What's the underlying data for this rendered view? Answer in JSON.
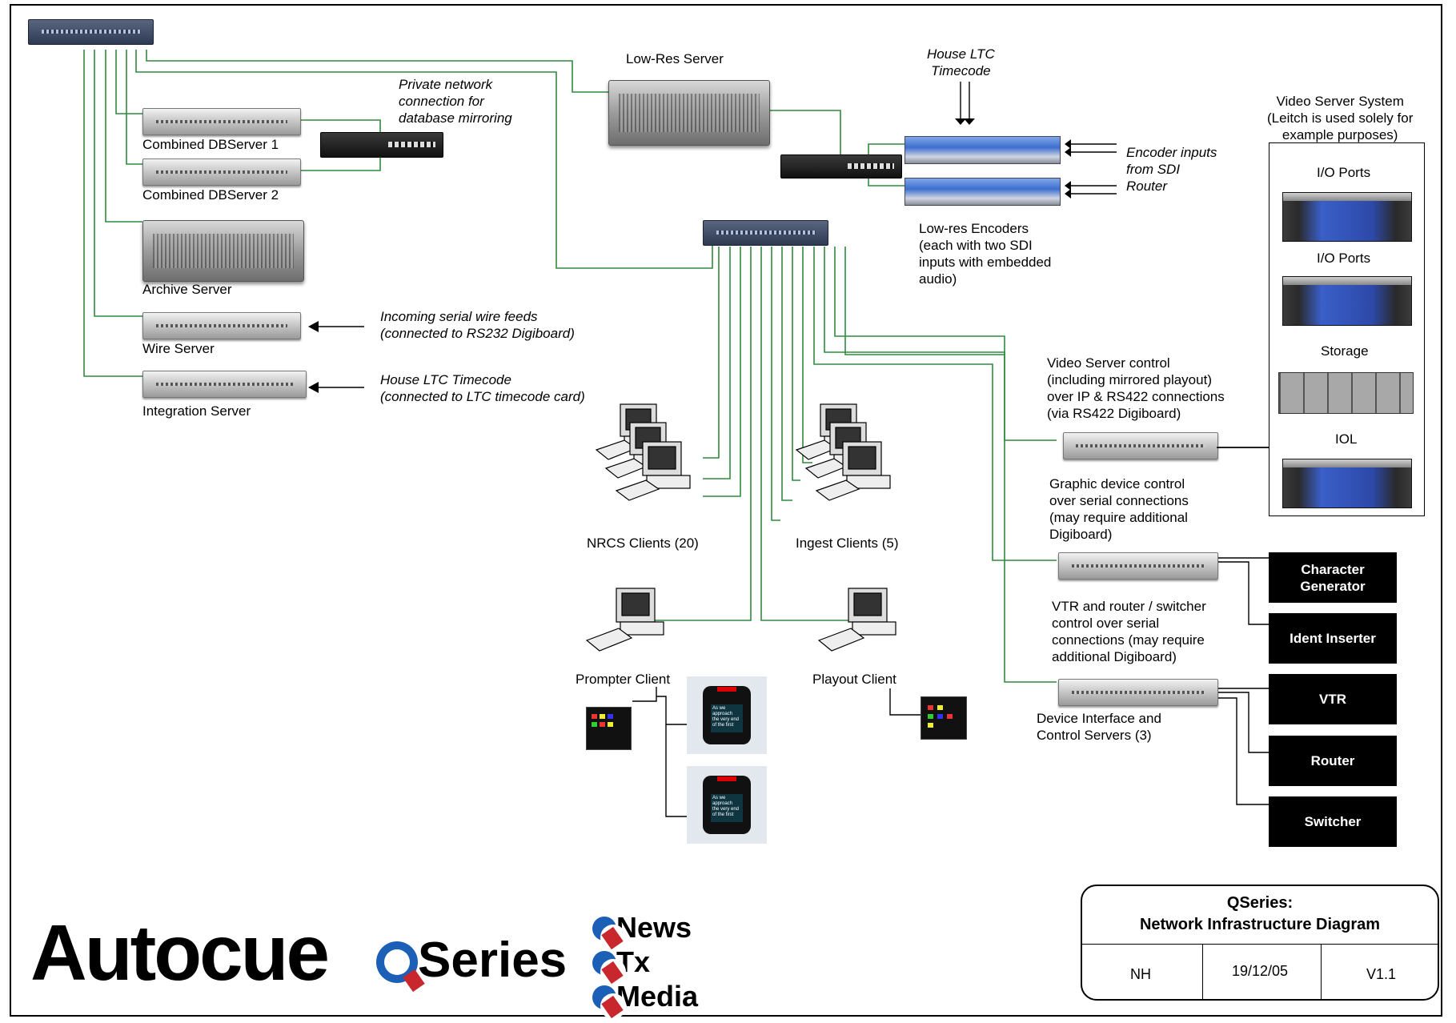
{
  "labels": {
    "low_res_server": "Low-Res Server",
    "house_ltc_top": "House LTC\nTimecode",
    "private_network": "Private network\nconnection for\ndatabase mirroring",
    "combined_db1": "Combined DBServer 1",
    "combined_db2": "Combined DBServer 2",
    "archive_server": "Archive Server",
    "wire_server": "Wire Server",
    "integration_server": "Integration Server",
    "incoming_serial": "Incoming serial wire feeds\n(connected to RS232 Digiboard)",
    "house_ltc_integration": "House LTC Timecode\n(connected to LTC timecode card)",
    "encoder_inputs": "Encoder inputs\nfrom SDI\nRouter",
    "low_res_encoders": "Low-res Encoders\n(each with two SDI\ninputs with embedded\naudio)",
    "video_server_system": "Video Server System\n(Leitch is used solely for\nexample purposes)",
    "io_ports_1": "I/O Ports",
    "io_ports_2": "I/O Ports",
    "storage": "Storage",
    "iol": "IOL",
    "video_server_control": "Video Server control\n(including mirrored playout)\nover IP & RS422 connections\n(via RS422 Digiboard)",
    "graphic_device_control": "Graphic device control\nover serial connections\n(may require additional\nDigiboard)",
    "vtr_router_control": "VTR and router / switcher\ncontrol over serial\nconnections (may require\nadditional Digiboard)",
    "device_interface": "Device Interface and\nControl Servers (3)",
    "nrcs_clients": "NRCS Clients (20)",
    "ingest_clients": "Ingest Clients (5)",
    "prompter_client": "Prompter Client",
    "playout_client": "Playout Client"
  },
  "devices_out": {
    "character_generator": "Character\nGenerator",
    "ident_inserter": "Ident Inserter",
    "vtr": "VTR",
    "router": "Router",
    "switcher": "Switcher"
  },
  "teleprompter_text": "As we\napproach\nthe very end\nof the first",
  "title_block": {
    "title": "QSeries:\nNetwork Infrastructure Diagram",
    "author": "NH",
    "date": "19/12/05",
    "version": "V1.1"
  },
  "logos": {
    "autocue": "Autocue",
    "qseries": "Series",
    "qnews": "News",
    "qtx": "Tx",
    "qmedia": "Media"
  },
  "colors": {
    "network_line": "#2e8b3e",
    "serial_line": "#000000",
    "qseries_blue": "#1c5fb7",
    "autocue_red": "#c8282d"
  }
}
